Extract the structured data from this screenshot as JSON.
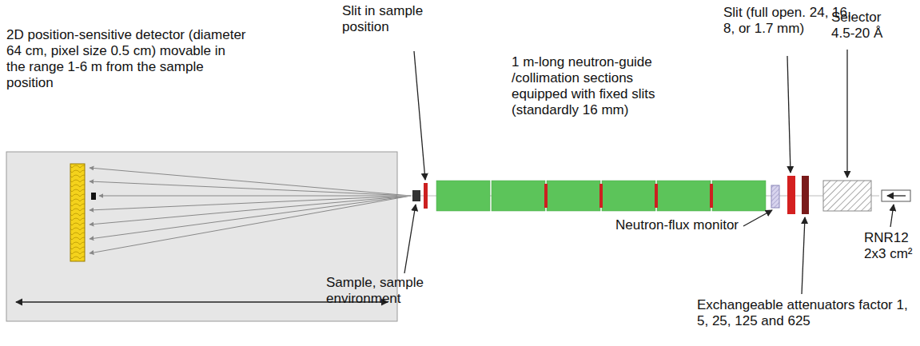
{
  "diagram": {
    "labels": [
      "2D position-sensitive detector (diameter 64 cm, pixel size 0.5 cm) movable in the range 1-6 m from the sample position",
      "Slit in sample position",
      "1 m-long neutron-guide /collimation sections equipped with fixed slits (standardly 16 mm)",
      "Slit (full open. 24, 16, 8, or 1.7 mm)",
      "Selector 4.5-20 Å",
      "Neutron-flux monitor",
      "Sample, sample environment",
      "Exchangeable attenuators factor 1, 5, 25, 125 and 625",
      "RNR12 2x3 cm²"
    ]
  }
}
